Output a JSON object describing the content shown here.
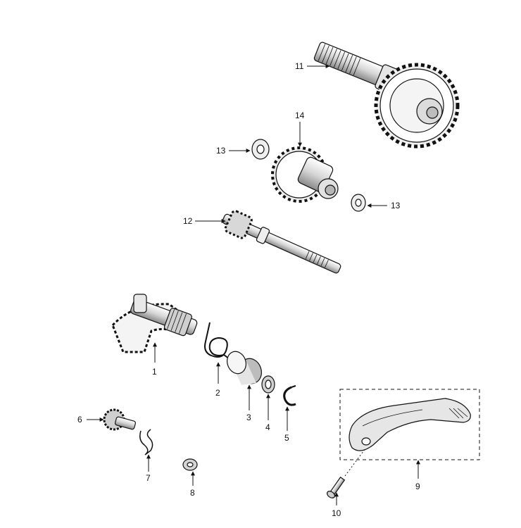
{
  "diagram": {
    "type": "exploded-parts-diagram",
    "callouts": [
      {
        "id": "c1",
        "label": "1"
      },
      {
        "id": "c2",
        "label": "2"
      },
      {
        "id": "c3",
        "label": "3"
      },
      {
        "id": "c4",
        "label": "4"
      },
      {
        "id": "c5",
        "label": "5"
      },
      {
        "id": "c6",
        "label": "6"
      },
      {
        "id": "c7",
        "label": "7"
      },
      {
        "id": "c8",
        "label": "8"
      },
      {
        "id": "c9",
        "label": "9"
      },
      {
        "id": "c10",
        "label": "10"
      },
      {
        "id": "c11",
        "label": "11"
      },
      {
        "id": "c12",
        "label": "12"
      },
      {
        "id": "c13a",
        "label": "13"
      },
      {
        "id": "c13b",
        "label": "13"
      },
      {
        "id": "c14",
        "label": "14"
      }
    ]
  },
  "colors": {
    "line": "#111111",
    "part_fill_light": "#f2f2f2",
    "part_fill_mid": "#c8c8c8",
    "part_fill_dark": "#555555",
    "background": "#ffffff"
  }
}
